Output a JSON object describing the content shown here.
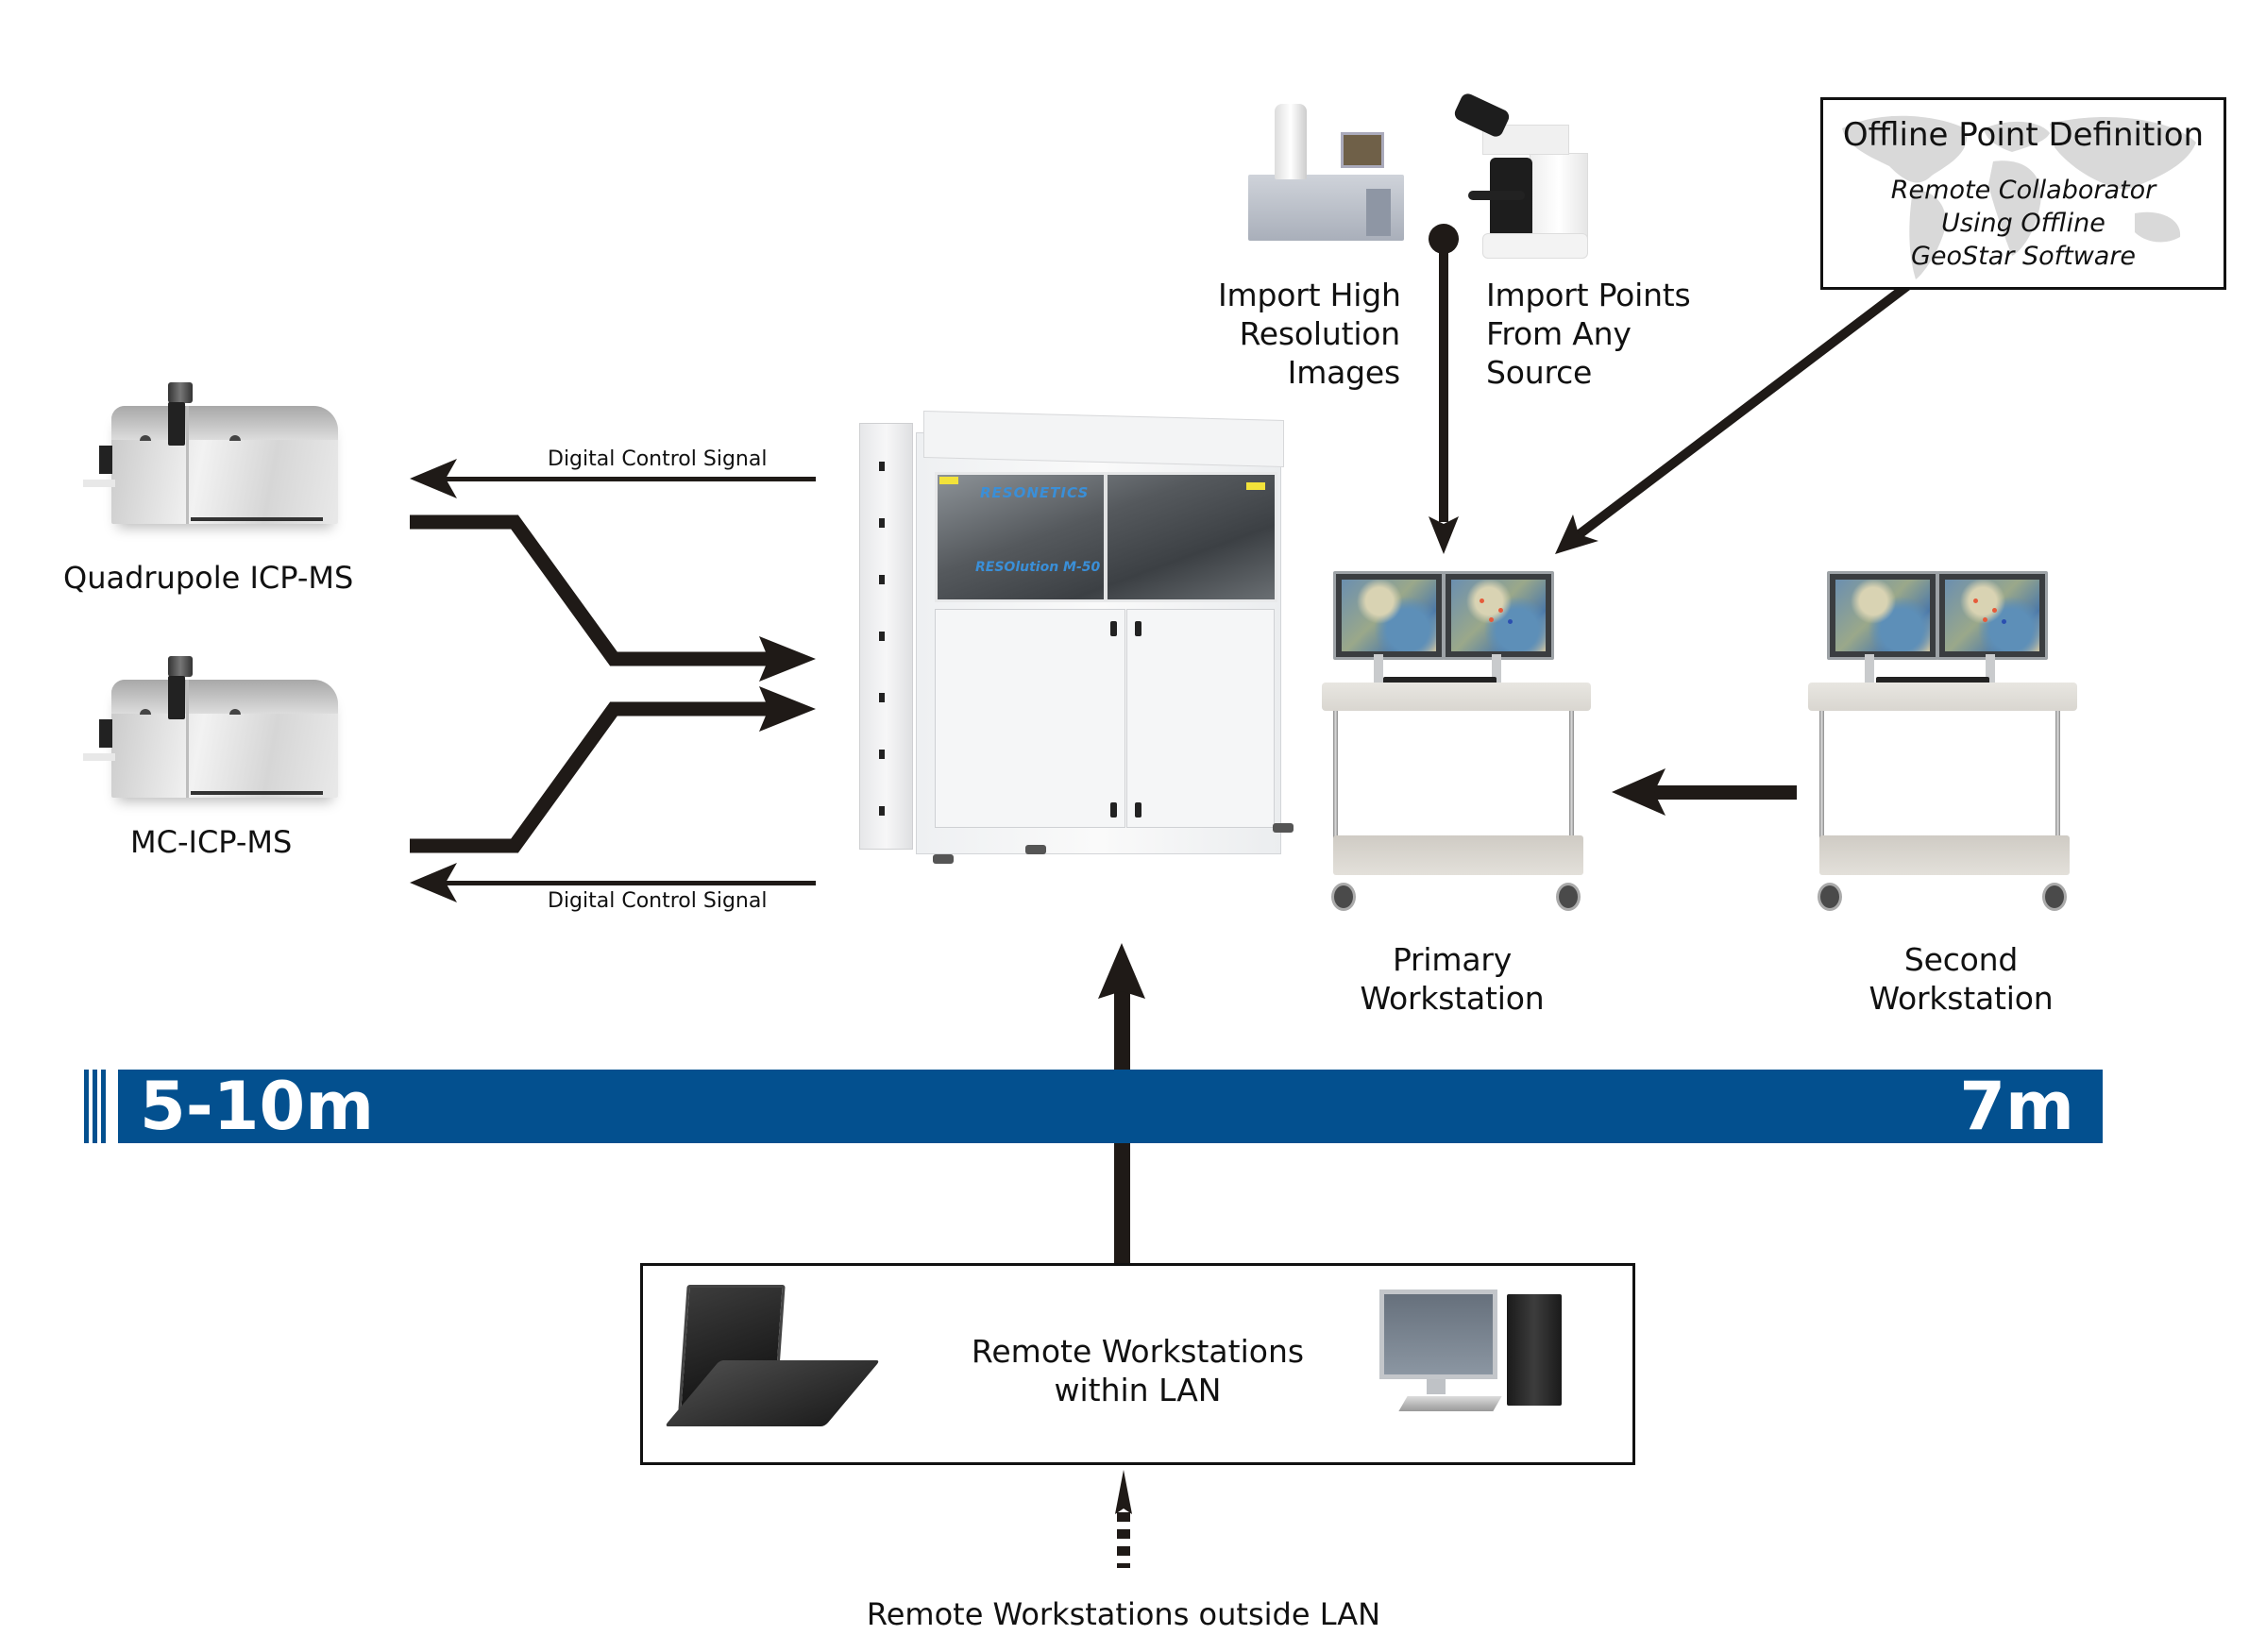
{
  "left_instruments": [
    {
      "label": "Quadrupole ICP-MS"
    },
    {
      "label": "MC-ICP-MS"
    }
  ],
  "signals": {
    "top_label": "Digital Control Signal",
    "bottom_label": "Digital Control Signal"
  },
  "laser_system": {
    "brand": "RESONETICS",
    "model": "RESOlution M-50"
  },
  "imports": {
    "images_lines": [
      "Import High",
      "Resolution",
      "Images"
    ],
    "points_lines": [
      "Import Points",
      "From Any",
      "Source"
    ]
  },
  "offline_box": {
    "title": "Offline Point Definition",
    "subtitle_lines": [
      "Remote Collaborator",
      "Using Offline",
      "GeoStar Software"
    ]
  },
  "workstations": {
    "primary_lines": [
      "Primary",
      "Workstation"
    ],
    "second_lines": [
      "Second",
      "Workstation"
    ]
  },
  "distance_bar": {
    "left_label": "5-10m",
    "right_label": "7m",
    "color": "#03508f"
  },
  "lan_box": {
    "lines": [
      "Remote Workstations",
      "within LAN"
    ]
  },
  "outside_lan": {
    "label": "Remote Workstations outside LAN"
  }
}
